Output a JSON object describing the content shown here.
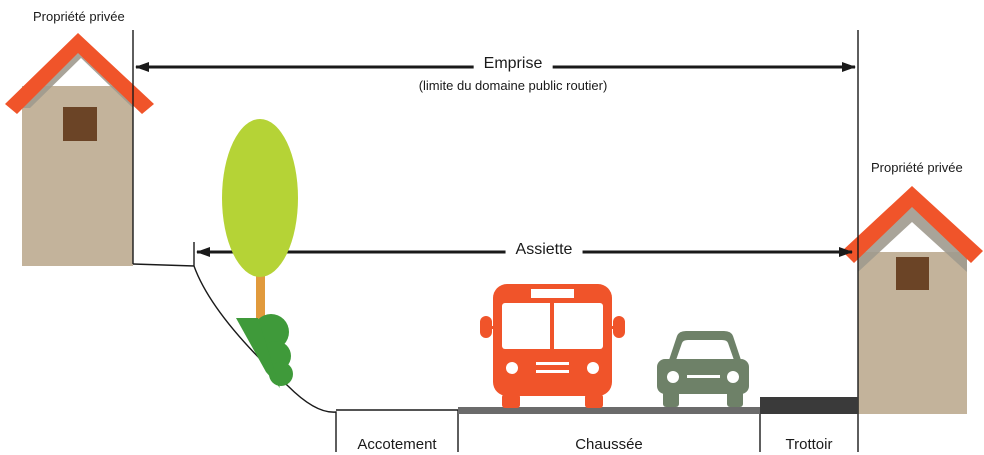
{
  "labels": {
    "property_left": "Propriété privée",
    "property_right": "Propriété privée",
    "emprise": "Emprise",
    "emprise_sub": "(limite du domaine public routier)",
    "assiette": "Assiette",
    "accotement": "Accotement",
    "chaussee": "Chaussée",
    "trottoir": "Trottoir"
  },
  "colors": {
    "roof": "#f0542a",
    "roof_shadow": "#a09a8e",
    "wall": "#c3b39b",
    "window": "#6b4426",
    "tree_canopy": "#b5d336",
    "tree_trunk": "#e19a3c",
    "bush": "#3f9a3a",
    "bus": "#f0542a",
    "car": "#6e8168",
    "road": "#6b6b6b",
    "sidewalk": "#3a3a3a",
    "line": "#1a1a1a"
  },
  "icons": [
    "house-icon",
    "tree-icon",
    "bush-icon",
    "bus-icon",
    "car-icon"
  ]
}
